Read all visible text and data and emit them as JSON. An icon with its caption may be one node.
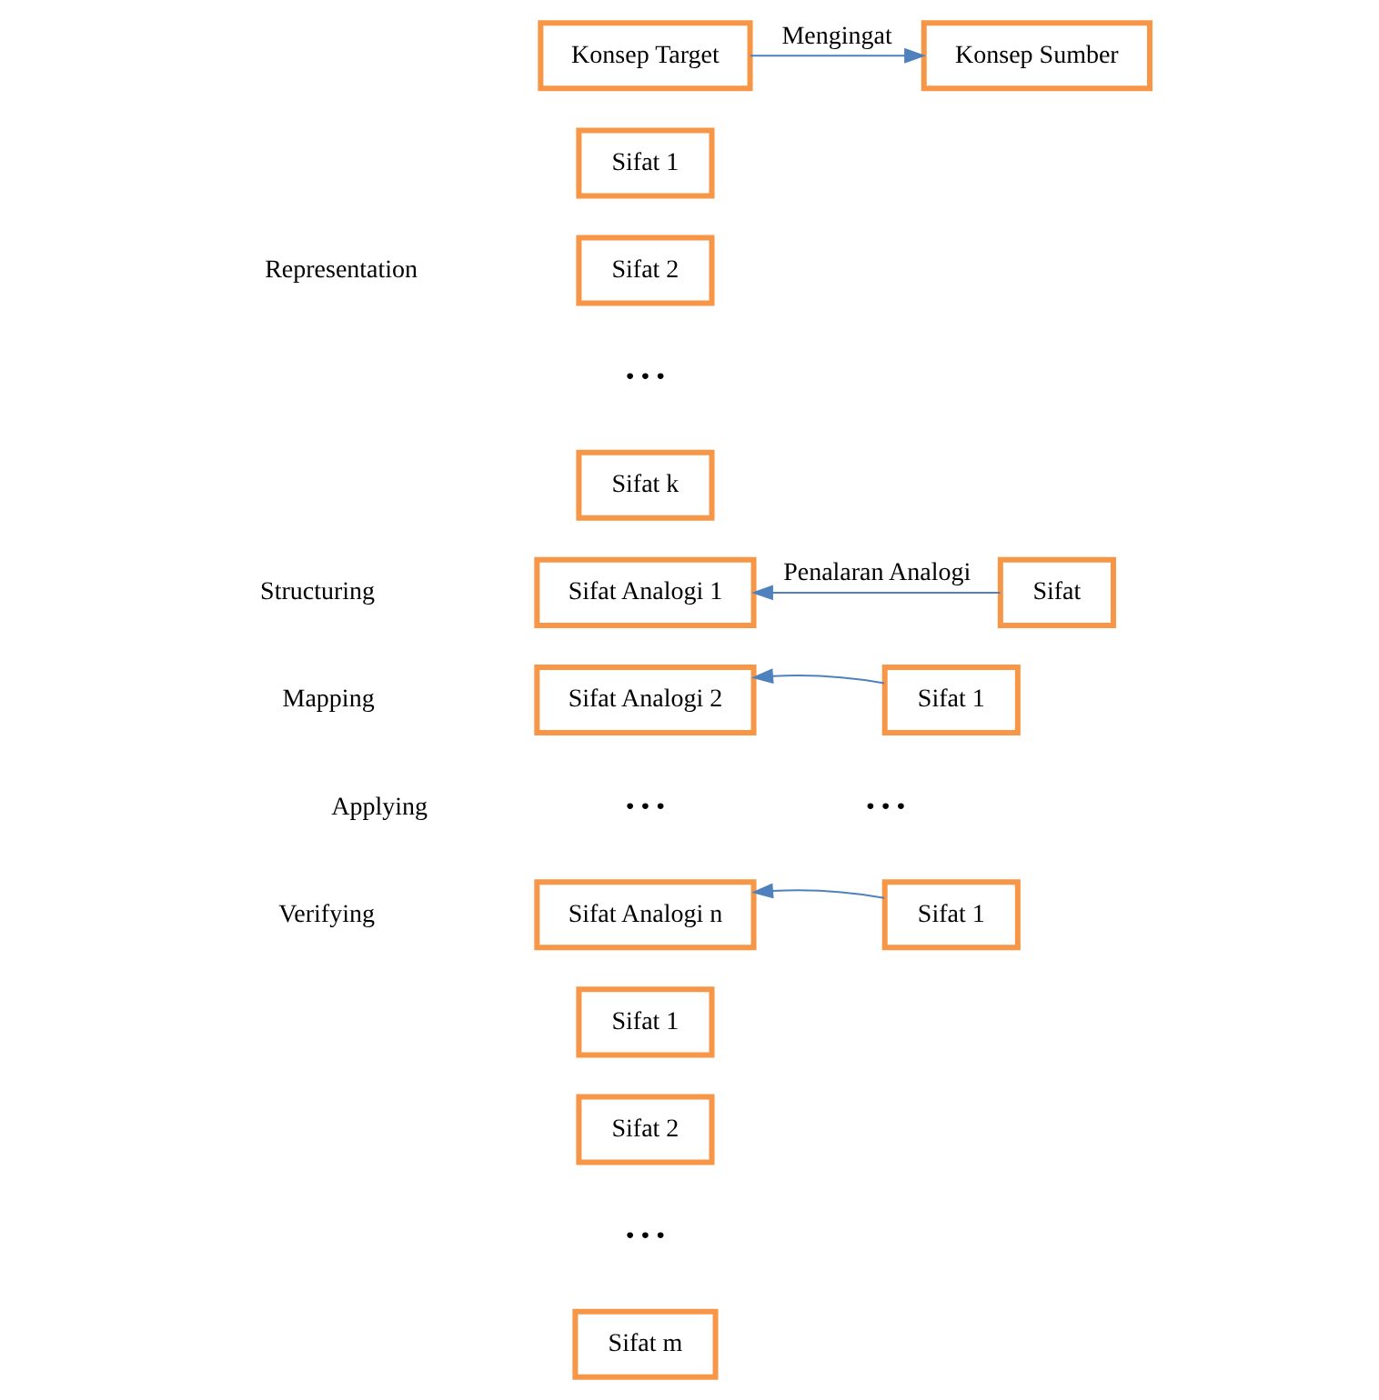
{
  "diagram": {
    "nodes": [
      {
        "text": [
          "Konsep Target"
        ]
      },
      {
        "text": [
          "Konsep Sumber"
        ]
      },
      {
        "text": [
          "Sifat 1"
        ]
      },
      {
        "text": [
          "Sifat 2"
        ]
      },
      {
        "text": [
          "Sifat k"
        ]
      },
      {
        "text": [
          "Sifat Analogi 1"
        ]
      },
      {
        "text": [
          "Sifat Analogi 2"
        ]
      },
      {
        "text": [
          "Sifat Analogi n"
        ]
      },
      {
        "text": [
          "Sifat"
        ]
      },
      {
        "text": [
          "Sifat 1"
        ]
      },
      {
        "text": [
          "Sifat 1"
        ]
      },
      {
        "text": [
          "Sifat 1"
        ]
      },
      {
        "text": [
          "Sifat 2"
        ]
      },
      {
        "text": [
          "Sifat m"
        ]
      }
    ],
    "edges": [
      {
        "from": 0,
        "to": 1,
        "arrow": "to",
        "label": "Mengingat"
      },
      {
        "from": 8,
        "to": 5,
        "arrow": "to",
        "label": "Penalaran Analogi"
      },
      {
        "from": 9,
        "to": 6,
        "arrow": "to"
      },
      {
        "from": 10,
        "to": 7,
        "arrow": "to"
      }
    ],
    "labels": [
      "Representation",
      "• • •",
      "Structuring",
      "Mapping",
      "Applying",
      "Verifying",
      "• • •",
      "• • •",
      "• • •"
    ]
  }
}
